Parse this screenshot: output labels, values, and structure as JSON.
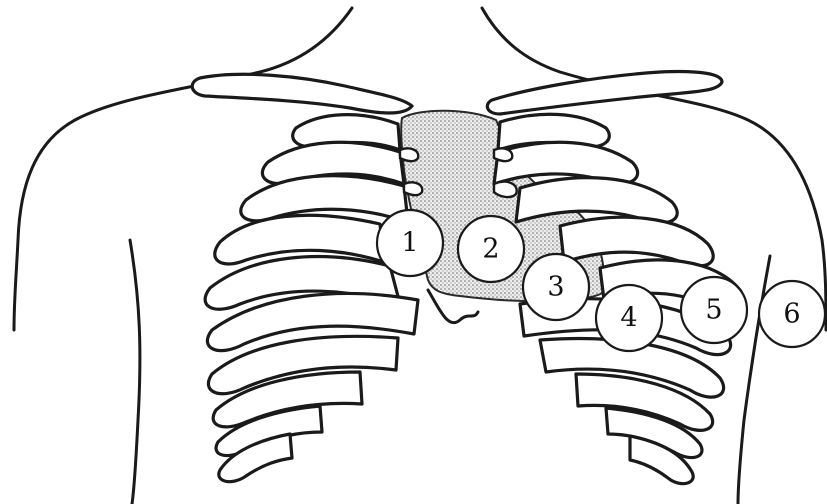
{
  "diagram": {
    "leads": [
      {
        "label": "1"
      },
      {
        "label": "2"
      },
      {
        "label": "3"
      },
      {
        "label": "4"
      },
      {
        "label": "5"
      },
      {
        "label": "6"
      }
    ],
    "colors": {
      "line": "#1a1a1a",
      "heart_shading": "#cfcfcf",
      "background": "#ffffff"
    }
  }
}
